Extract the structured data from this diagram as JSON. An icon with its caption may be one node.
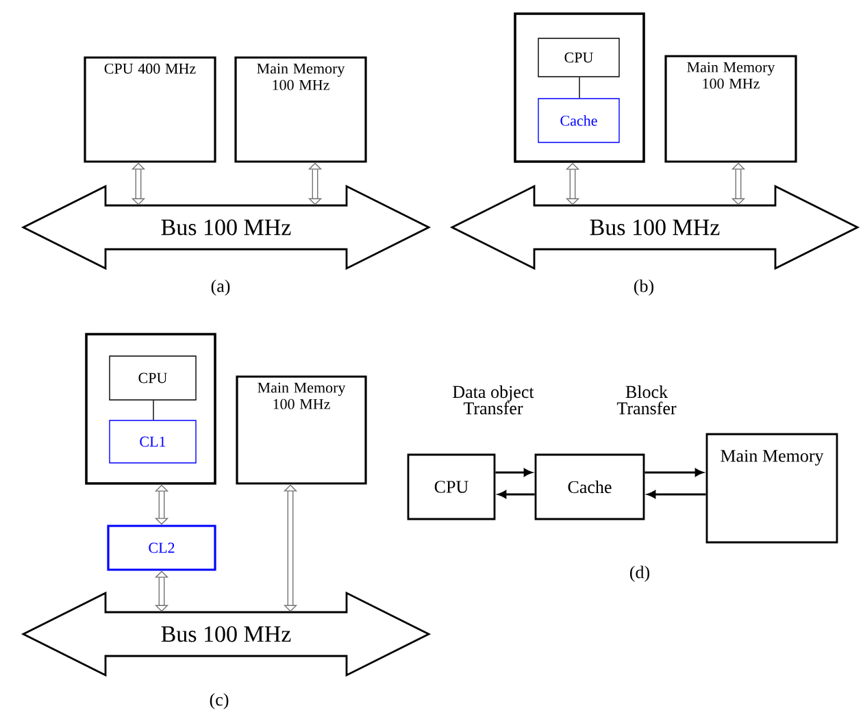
{
  "diagram": {
    "nodes": [
      {
        "text": [
          "CPU 400 MHz"
        ]
      },
      {
        "text": [
          "Main Memory 100 MHz"
        ]
      },
      {
        "text": [
          "Bus 100 MHz"
        ]
      },
      {
        "text": [],
        "shape": "box"
      },
      {
        "text": [
          "CPU"
        ],
        "in": 3
      },
      {
        "text": [
          "Cache"
        ],
        "in": 3
      },
      {
        "text": [
          "Main Memory 100 MHz"
        ]
      },
      {
        "text": [
          "Bus 100 MHz"
        ]
      },
      {
        "text": [],
        "shape": "box"
      },
      {
        "text": [
          "CPU"
        ],
        "in": 8
      },
      {
        "text": [
          "CL1"
        ],
        "in": 8
      },
      {
        "text": [
          "CL2"
        ]
      },
      {
        "text": [
          "Main Memory 100 MHz"
        ]
      },
      {
        "text": [
          "Bus 100 MHz"
        ]
      },
      {
        "text": [
          "CPU"
        ]
      },
      {
        "text": [
          "Cache"
        ]
      },
      {
        "text": [
          "Main Memory"
        ]
      }
    ],
    "edges": [
      {
        "from": 0,
        "to": 2,
        "arrow": "both"
      },
      {
        "from": 1,
        "to": 2,
        "arrow": "both"
      },
      {
        "from": 3,
        "to": 7,
        "arrow": "both"
      },
      {
        "from": 6,
        "to": 7,
        "arrow": "both"
      },
      {
        "from": 4,
        "to": 5,
        "arrow": "none",
        "color": "#000000"
      },
      {
        "from": 9,
        "to": 10,
        "arrow": "none",
        "color": "#000000"
      },
      {
        "from": 8,
        "to": 11,
        "arrow": "both"
      },
      {
        "from": 11,
        "to": 13,
        "arrow": "both"
      },
      {
        "from": 12,
        "to": 13,
        "arrow": "both"
      },
      {
        "from": 14,
        "to": 15,
        "arrow": "to",
        "label": "Data object Transfer",
        "color": "#000000"
      },
      {
        "from": 15,
        "to": 14,
        "arrow": "to",
        "color": "#000000"
      },
      {
        "from": 15,
        "to": 16,
        "arrow": "to",
        "label": "Block Transfer",
        "color": "#000000"
      },
      {
        "from": 16,
        "to": 15,
        "arrow": "to",
        "color": "#000000"
      }
    ],
    "labels": [
      "(a)",
      "(b)",
      "(c)",
      "(d)"
    ]
  }
}
